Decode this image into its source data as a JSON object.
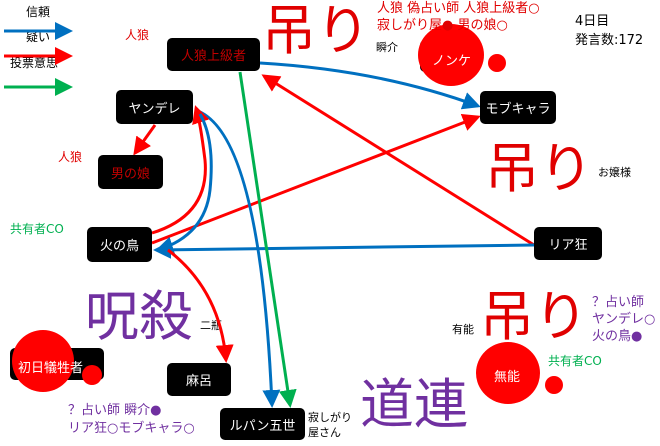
{
  "legend": {
    "trust": "信頼",
    "doubt": "疑い",
    "vote": "投票意思"
  },
  "status": {
    "day": "4日目",
    "speech_count": "発言数:172"
  },
  "nodes": {
    "werewolf_senior": "人狼上級者",
    "yandere": "ヤンデレ",
    "otokonoko": "男の娘",
    "hinotori": "火の鳥",
    "mob": "モブキャラ",
    "riakyo": "リア狂",
    "first_victim": "初日犠牲者",
    "maro": "麻呂",
    "lupin": "ルパン五世",
    "nonke": "ノンケ",
    "muno": "無能"
  },
  "marks": {
    "hang": "吊り",
    "curse_kill": "呪殺",
    "dragged": "道連"
  },
  "labels": {
    "wolf1": "人狼",
    "wolf2": "人狼",
    "shared_co_left": "共有者CO",
    "shared_co_right": "共有者CO",
    "shunsuke": "瞬介",
    "ojousama": "お嬢様",
    "yuno": "有能",
    "nihei": "二瓶",
    "sabishi1": "寂しがり",
    "sabishi2": "屋さん",
    "fake_seer_1": "人狼 偽占い師 人狼上級者○",
    "fake_seer_2": "寂しがり屋● 男の娘○",
    "seer_right_1": "？占い師",
    "seer_right_2": "ヤンデレ○",
    "seer_right_3": "火の鳥●",
    "seer_left_1": "？占い師 瞬介●",
    "seer_left_2": "リア狂○モブキャラ○"
  },
  "colors": {
    "trust": "#0070c0",
    "doubt": "#ff0000",
    "vote": "#00b050",
    "purple": "#7030a0"
  }
}
